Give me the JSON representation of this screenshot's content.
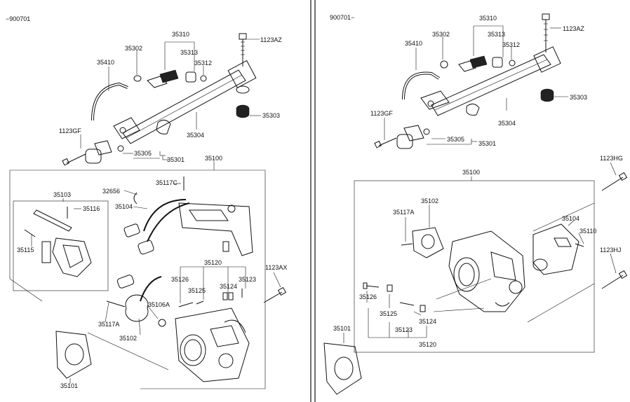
{
  "left": {
    "header": "−900701",
    "callouts": {
      "p35310": "35310",
      "p35302": "35302",
      "p35313": "35313",
      "p35312": "35312",
      "p1123AZ": "1123AZ",
      "p35410": "35410",
      "p35303": "35303",
      "p35304": "35304",
      "p1123GF": "1123GF",
      "p35305": "35305",
      "p35301": "35301",
      "p35100": "35100",
      "p32656": "32656",
      "p35117C": "35117C",
      "p35104": "35104",
      "p35103": "35103",
      "p35116": "35116",
      "p35115": "35115",
      "p35120": "35120",
      "p35126": "35126",
      "p35125": "35125",
      "p35124": "35124",
      "p35123": "35123",
      "p1123AX": "1123AX",
      "p35106A": "35106A",
      "p35117A": "35117A",
      "p35102": "35102",
      "p35101": "35101"
    }
  },
  "right": {
    "header": "900701−",
    "callouts": {
      "p35310": "35310",
      "p35302": "35302",
      "p35313": "35313",
      "p35312": "35312",
      "p1123AZ": "1123AZ",
      "p35410": "35410",
      "p35303": "35303",
      "p35304": "35304",
      "p1123GF": "1123GF",
      "p35305": "35305",
      "p35301": "35301",
      "p1123HG": "1123HG",
      "p35100": "35100",
      "p35102": "35102",
      "p35117A": "35117A",
      "p35104": "35104",
      "p35110": "35110",
      "p1123HJ": "1123HJ",
      "p35126": "35126",
      "p35125": "35125",
      "p35123": "35123",
      "p35124": "35124",
      "p35120": "35120",
      "p35101": "35101"
    }
  }
}
